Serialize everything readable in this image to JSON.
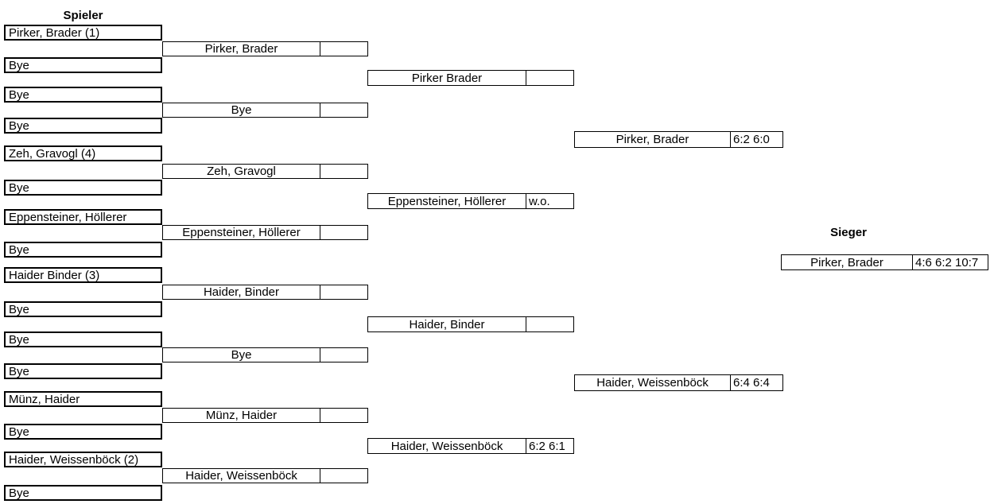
{
  "headers": {
    "players": "Spieler",
    "winner": "Sieger"
  },
  "round1": [
    "Pirker, Brader (1)",
    "Bye",
    "Bye",
    "Bye",
    "Zeh, Gravogl (4)",
    "Bye",
    "Eppensteiner, Höllerer",
    "Bye",
    "Haider Binder (3)",
    "Bye",
    "Bye",
    "Bye",
    "Münz, Haider",
    "Bye",
    "Haider, Weissenböck (2)",
    "Bye"
  ],
  "round2": [
    {
      "name": "Pirker, Brader",
      "score": ""
    },
    {
      "name": "Bye",
      "score": ""
    },
    {
      "name": "Zeh, Gravogl",
      "score": ""
    },
    {
      "name": "Eppensteiner, Höllerer",
      "score": ""
    },
    {
      "name": "Haider, Binder",
      "score": ""
    },
    {
      "name": "Bye",
      "score": ""
    },
    {
      "name": "Münz, Haider",
      "score": ""
    },
    {
      "name": "Haider, Weissenböck",
      "score": ""
    }
  ],
  "semifinals": [
    {
      "name": "Pirker Brader",
      "score": ""
    },
    {
      "name": "Eppensteiner, Höllerer",
      "score": "w.o."
    },
    {
      "name": "Haider, Binder",
      "score": ""
    },
    {
      "name": "Haider, Weissenböck",
      "score": "6:2 6:1"
    }
  ],
  "finals": [
    {
      "name": "Pirker, Brader",
      "score": "6:2 6:0"
    },
    {
      "name": "Haider, Weissenböck",
      "score": "6:4 6:4"
    }
  ],
  "winner": {
    "name": "Pirker, Brader",
    "score": "4:6 6:2 10:7"
  }
}
